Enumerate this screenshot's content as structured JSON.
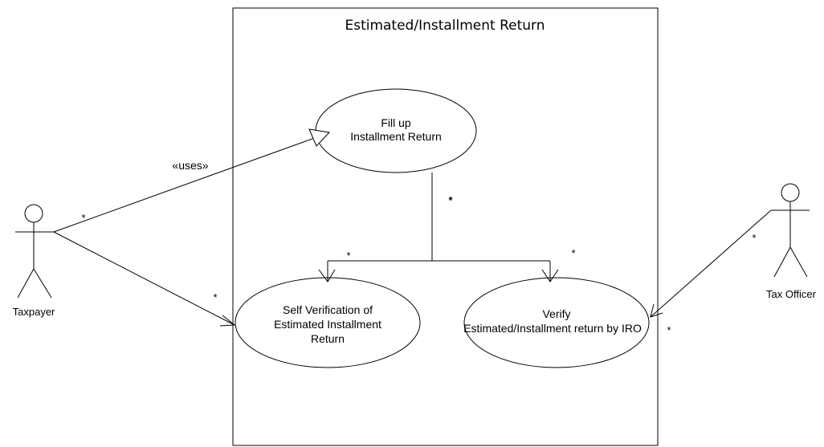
{
  "system_boundary": {
    "title": "Estimated/Installment Return"
  },
  "actors": {
    "taxpayer": {
      "label": "Taxpayer"
    },
    "tax_officer": {
      "label": "Tax Officer"
    }
  },
  "use_cases": {
    "fill_up": {
      "line1": "Fill up",
      "line2": "Installment Return"
    },
    "self_verification": {
      "line1": "Self Verification of",
      "line2": "Estimated Installment",
      "line3": "Return"
    },
    "verify_iro": {
      "line1": "Verify",
      "line2": "Estimated/Installment  return by IRO"
    }
  },
  "relationships": {
    "uses_stereotype": "«uses»",
    "multiplicity": "*"
  }
}
